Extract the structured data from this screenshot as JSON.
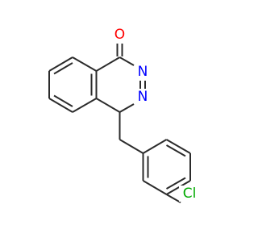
{
  "molecule": {
    "atoms": {
      "oxygen": {
        "symbol": "O",
        "color": "#ff0000"
      },
      "nitrogen_2": {
        "symbol": "N",
        "color": "#0000ff"
      },
      "nitrogen_3": {
        "symbol": "N",
        "color": "#0000ff"
      },
      "chlorine": {
        "symbol": "Cl",
        "color": "#00aa00"
      }
    },
    "bond_color": "#2b2b2b"
  }
}
